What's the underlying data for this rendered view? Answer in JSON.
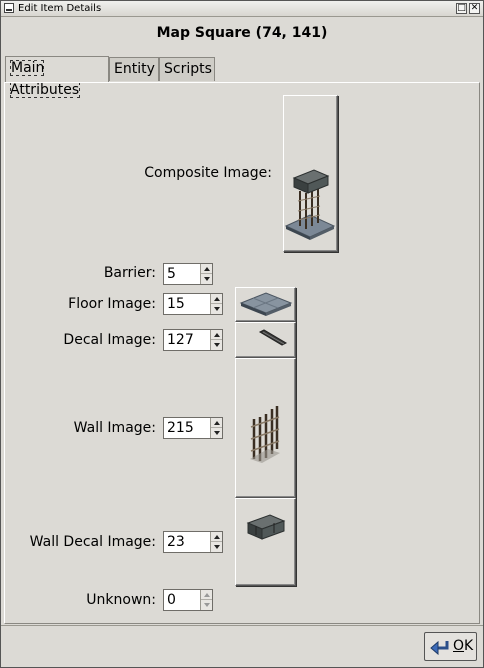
{
  "window": {
    "title": "Edit Item Details",
    "buttons": {
      "maximize": "□",
      "close": "✕"
    }
  },
  "header": {
    "title": "Map Square (74, 141)"
  },
  "tabs": [
    {
      "label": "Main Attributes",
      "active": true
    },
    {
      "label": "Entity",
      "active": false
    },
    {
      "label": "Scripts",
      "active": false
    }
  ],
  "fields": {
    "composite_image": {
      "label": "Composite Image:",
      "icon": "composite-tile-icon"
    },
    "barrier": {
      "label": "Barrier:",
      "value": "5"
    },
    "floor_image": {
      "label": "Floor Image:",
      "value": "15",
      "icon": "floor-tile-icon"
    },
    "decal_image": {
      "label": "Decal Image:",
      "value": "127",
      "icon": "decal-strip-icon"
    },
    "wall_image": {
      "label": "Wall Image:",
      "value": "215",
      "icon": "wall-grate-icon"
    },
    "wall_decal_image": {
      "label": "Wall Decal Image:",
      "value": "23",
      "icon": "wall-decal-icon"
    },
    "unknown": {
      "label": "Unknown:",
      "value": "0",
      "disabled_arrows": true
    }
  },
  "footer": {
    "ok_label_first": "O",
    "ok_label_rest": "K",
    "ok_icon": "return-arrow-icon"
  }
}
